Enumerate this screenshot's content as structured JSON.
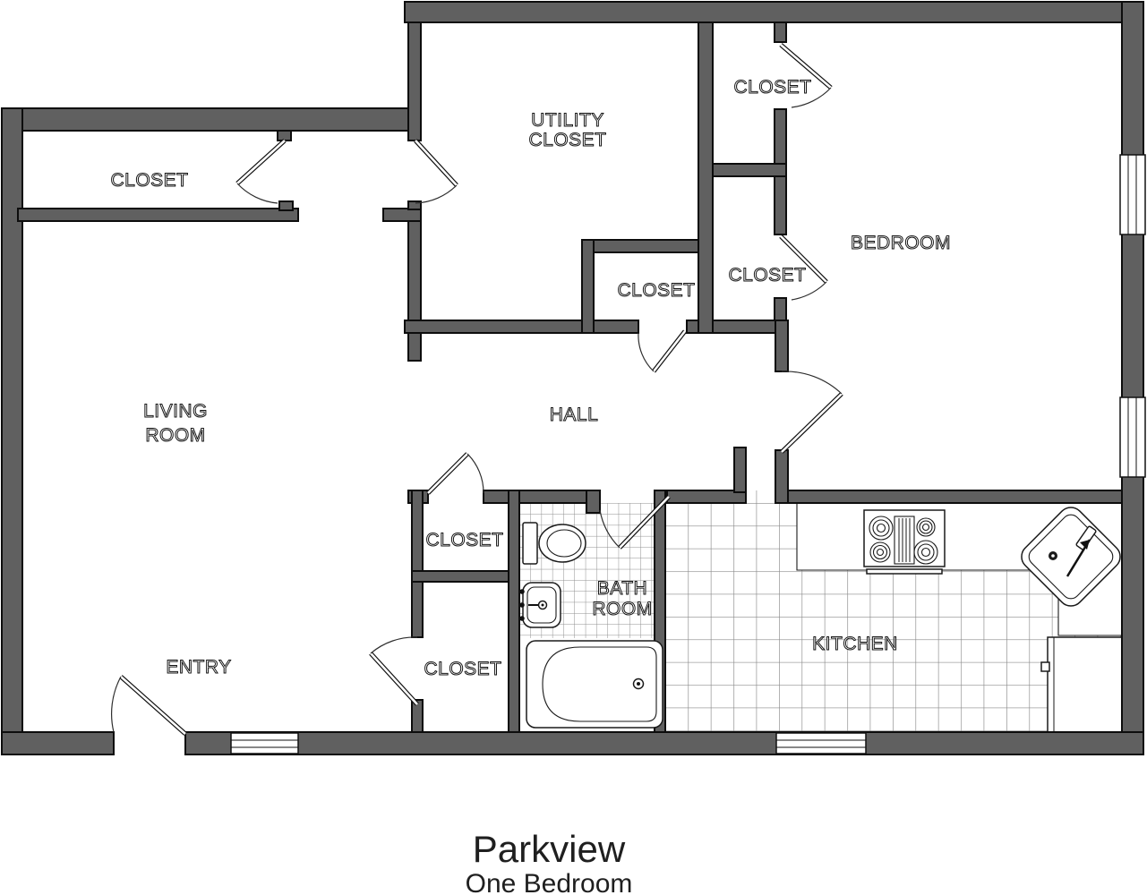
{
  "title": {
    "name": "Parkview",
    "type": "One Bedroom"
  },
  "colors": {
    "background": "#ffffff",
    "wall_fill": "#606060",
    "wall_outline": "#0d0d0d",
    "tile_line": "#8f8f8f",
    "label_fill": "#ffffff",
    "label_outline": "#161616",
    "title_text": "#1f1f1f"
  },
  "rooms": {
    "living_room": {
      "label_line1": "LIVING",
      "label_line2": "ROOM"
    },
    "hall": {
      "label": "HALL"
    },
    "entry": {
      "label": "ENTRY"
    },
    "bedroom": {
      "label": "BEDROOM"
    },
    "kitchen": {
      "label": "KITCHEN"
    },
    "bathroom": {
      "label_line1": "BATH",
      "label_line2": "ROOM"
    },
    "utility_closet": {
      "label_line1": "UTILITY",
      "label_line2": "CLOSET"
    },
    "closets": {
      "top_left": {
        "label": "CLOSET"
      },
      "bedroom_upper": {
        "label": "CLOSET"
      },
      "bedroom_lower": {
        "label": "CLOSET"
      },
      "hall_center": {
        "label": "CLOSET"
      },
      "linen": {
        "label": "CLOSET"
      },
      "entry_side": {
        "label": "CLOSET"
      }
    }
  }
}
